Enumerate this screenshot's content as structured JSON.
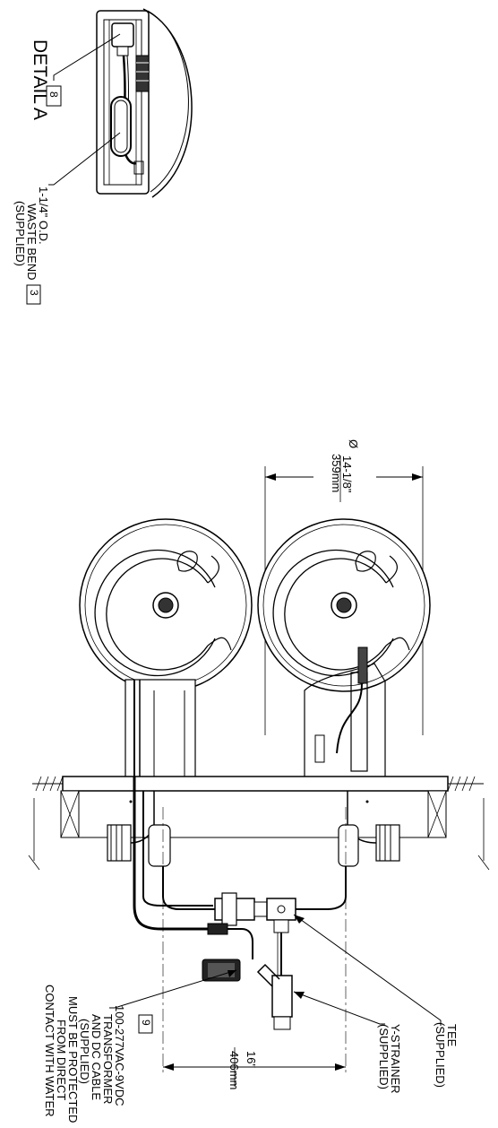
{
  "detail": {
    "title": "DETAIL A",
    "waste_bend": {
      "line1": "1-1/4\" O.D.",
      "line2": "WASTE BEND",
      "line3": "(SUPPLIED)",
      "tag": "3"
    },
    "tag_8": "8"
  },
  "dimensions": {
    "diameter": {
      "symbol": "Ø",
      "imperial": "14-1/8\"",
      "metric": "359mm"
    },
    "spacing": {
      "imperial": "16\"",
      "metric": "406mm"
    }
  },
  "callouts": {
    "tee": {
      "line1": "TEE",
      "line2": "(SUPPLIED)"
    },
    "y_strainer": {
      "line1": "Y-STRAINER",
      "line2": "(SUPPLIED)"
    },
    "transformer": {
      "tag": "9",
      "lines": [
        "100-277VAC-9VDC",
        "TRANSFORMER",
        "AND DC CABLE",
        "(SUPPLIED)",
        "MUST BE PROTECTED",
        "FROM DIRECT",
        "CONTACT WITH WATER"
      ]
    }
  }
}
